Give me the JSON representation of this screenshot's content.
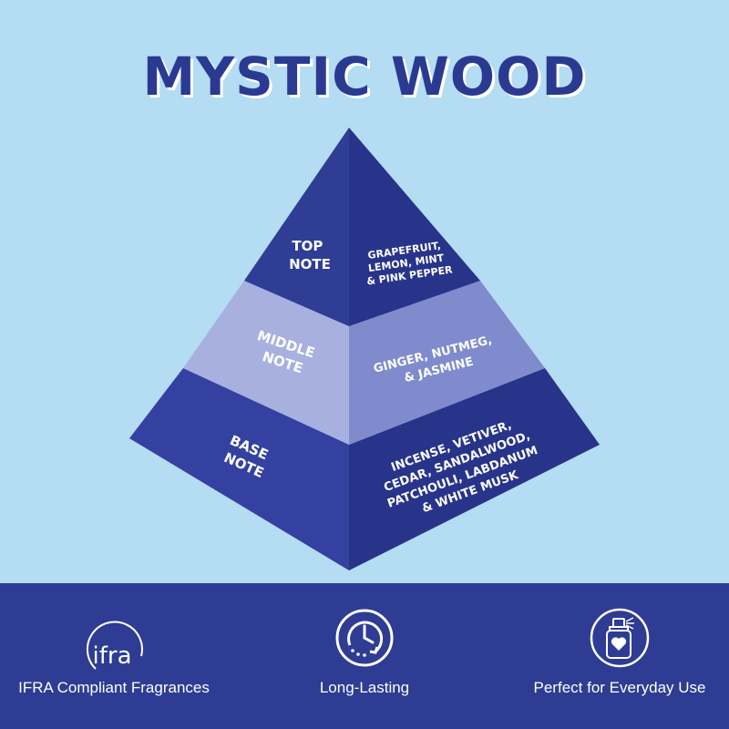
{
  "title": "MYSTIC WOOD",
  "pyramid": {
    "top": {
      "label": [
        "TOP",
        "NOTE"
      ],
      "notes": [
        "GRAPEFRUIT,",
        "LEMON, MINT",
        "& PINK PEPPER"
      ]
    },
    "middle": {
      "label": [
        "MIDDLE",
        "NOTE"
      ],
      "notes": [
        "GINGER, NUTMEG,",
        "& JASMINE"
      ]
    },
    "base": {
      "label": [
        "BASE",
        "NOTE"
      ],
      "notes": [
        "INCENSE, VETIVER,",
        "CEDAR, SANDALWOOD,",
        "PATCHOULI, LABDANUM",
        "& WHITE MUSK"
      ]
    }
  },
  "features": [
    {
      "label": "IFRA Compliant Fragrances",
      "icon": "ifra-logo-icon",
      "logo_text": "ifra"
    },
    {
      "label": "Long-Lasting",
      "icon": "clock-icon"
    },
    {
      "label": "Perfect for Everyday Use",
      "icon": "perfume-bottle-icon"
    }
  ],
  "colors": {
    "background": "#b4dcf3",
    "navy": "#2e3c93",
    "top_left": "#2f3d94",
    "top_right": "#27348a",
    "middle_left": "#a7b0df",
    "middle_right": "#7f8bcc",
    "base_left": "#3441a0",
    "base_right": "#27348a"
  }
}
